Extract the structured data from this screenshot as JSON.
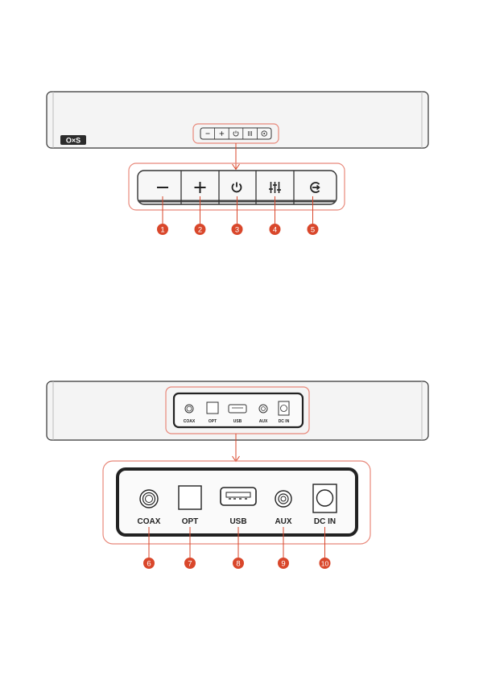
{
  "brand_logo": "O×S",
  "top_panel": {
    "buttons": [
      {
        "name": "volume-down",
        "icon": "minus-icon",
        "number": "1"
      },
      {
        "name": "volume-up",
        "icon": "plus-icon",
        "number": "2"
      },
      {
        "name": "power",
        "icon": "power-icon",
        "number": "3"
      },
      {
        "name": "eq",
        "icon": "equalizer-icon",
        "number": "4"
      },
      {
        "name": "source",
        "icon": "source-icon",
        "number": "5"
      }
    ]
  },
  "rear_panel": {
    "ports": [
      {
        "name": "coax",
        "label": "COAX",
        "number": "6"
      },
      {
        "name": "opt",
        "label": "OPT",
        "number": "7"
      },
      {
        "name": "usb",
        "label": "USB",
        "number": "8"
      },
      {
        "name": "aux",
        "label": "AUX",
        "number": "9"
      },
      {
        "name": "dc-in",
        "label": "DC IN",
        "number": "10"
      }
    ]
  },
  "colors": {
    "accent": "#d9472b",
    "highlight": "#e8887a",
    "body": "#f3f3f3",
    "outline": "#333333"
  }
}
